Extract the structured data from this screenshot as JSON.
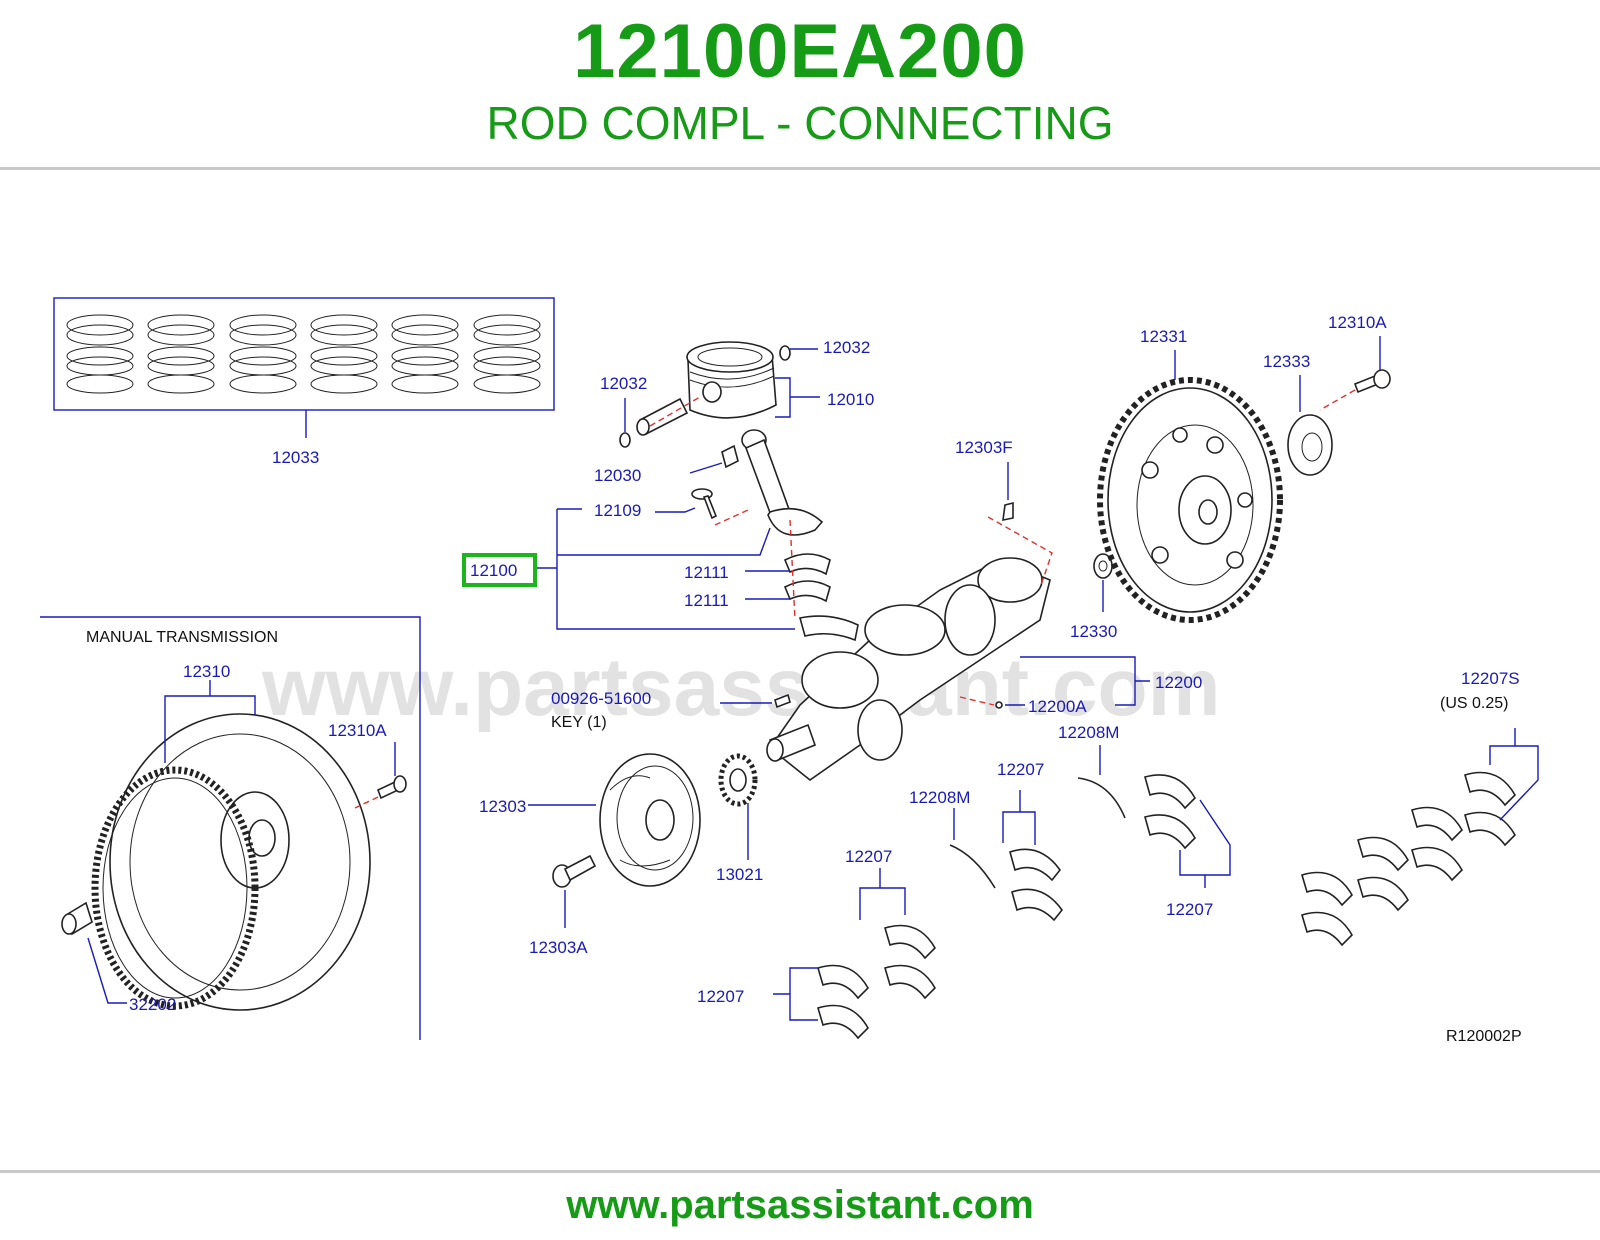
{
  "header": {
    "part_number": "12100EA200",
    "description": "ROD COMPL - CONNECTING"
  },
  "footer": {
    "url": "www.partsassistant.com"
  },
  "diagram": {
    "watermark": "www.partsassistant.com",
    "section_title": "MANUAL   TRANSMISSION",
    "drawing_code": "R120002P",
    "highlighted_part": "12100",
    "labels": {
      "p12033": "12033",
      "p12032a": "12032",
      "p12032b": "12032",
      "p12010": "12010",
      "p12030": "12030",
      "p12109": "12109",
      "p12100": "12100",
      "p12111a": "12111",
      "p12111b": "12111",
      "p12303F": "12303F",
      "p12331": "12331",
      "p12333": "12333",
      "p12310A_right": "12310A",
      "p12330": "12330",
      "p12200": "12200",
      "p12200A": "12200A",
      "p00926": "00926-51600",
      "key": "KEY   (1)",
      "p12310": "12310",
      "p12310A_left": "12310A",
      "p12303": "12303",
      "p13021": "13021",
      "p12303A": "12303A",
      "p32202": "32202",
      "p12208M_a": "12208M",
      "p12208M_b": "12208M",
      "p12207_a": "12207",
      "p12207_b": "12207",
      "p12207_c": "12207",
      "p12207_d": "12207",
      "p12207S": "12207S",
      "us_note": "(US   0.25)"
    }
  },
  "colors": {
    "brand_green": "#169b16",
    "label_blue": "#1a1ab8",
    "highlight_green": "#1db51d",
    "leader_red": "#e03030"
  }
}
